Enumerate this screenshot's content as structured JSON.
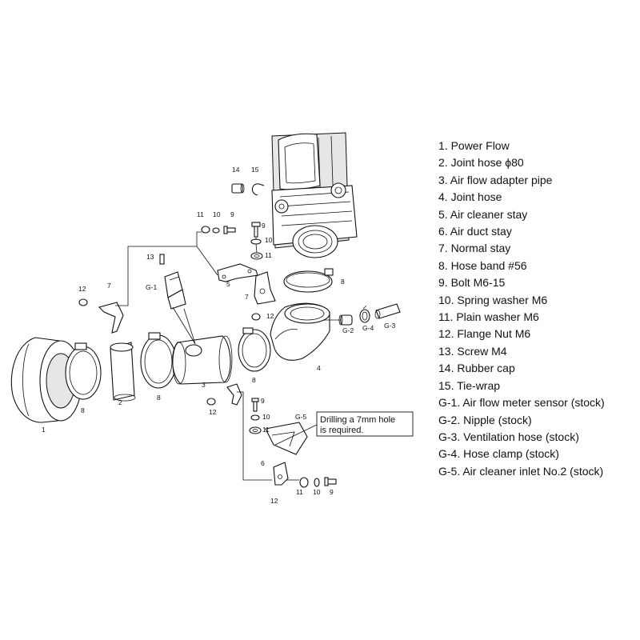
{
  "parts": {
    "p1": "1",
    "p2": "2",
    "p3": "3",
    "p4": "4",
    "p5": "5",
    "p6": "6",
    "p7": "7",
    "p8": "8",
    "p9": "9",
    "p10": "10",
    "p11": "11",
    "p12": "12",
    "p13": "13",
    "p14": "14",
    "p15": "15",
    "g1": "G-1",
    "g2": "G-2",
    "g3": "G-3",
    "g4": "G-4",
    "g5": "G-5"
  },
  "note": {
    "line1": "Drilling a 7mm hole",
    "line2": "is required."
  },
  "legend": [
    "1. Power Flow",
    "2. Joint hose ϕ80",
    "3. Air flow adapter pipe",
    "4. Joint hose",
    "5. Air cleaner stay",
    "6. Air duct stay",
    "7. Normal stay",
    "8. Hose band #56",
    "9. Bolt M6-15",
    "10. Spring washer M6",
    "11. Plain washer M6",
    "12. Flange Nut M6",
    "13. Screw M4",
    "14. Rubber cap",
    "15. Tie-wrap",
    "G-1. Air flow meter sensor (stock)",
    "G-2. Nipple (stock)",
    "G-3. Ventilation hose (stock)",
    "G-4. Hose clamp (stock)",
    "G-5. Air cleaner inlet No.2 (stock)"
  ]
}
